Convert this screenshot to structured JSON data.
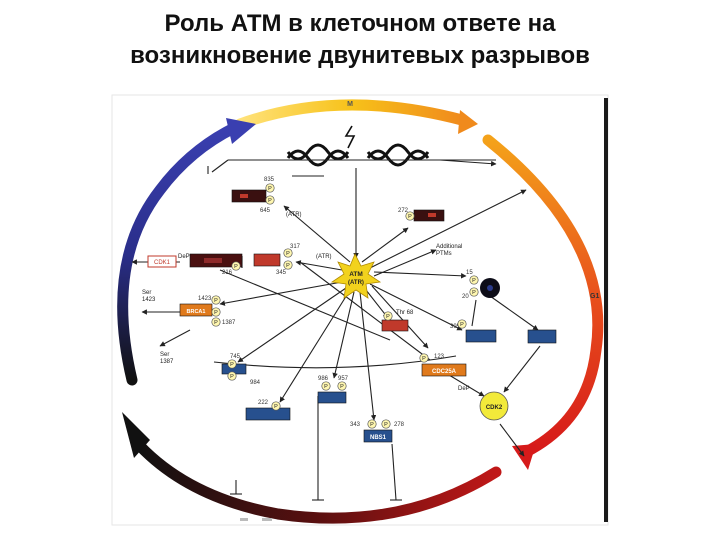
{
  "title": {
    "line1": "Роль АТМ в клеточном ответе на",
    "line2": "возникновение двунитевых разрывов"
  },
  "cycle": {
    "phase_m": "M",
    "phase_g1": "G1"
  },
  "atm": {
    "line1": "ATM",
    "line2": "(ATR)"
  },
  "labels": {
    "atr1": "(ATR)",
    "atr2": "(ATR)",
    "additional1": "Additional",
    "additional2": "PTMs",
    "cdk1": "CDK1",
    "cdk2": "CDK2",
    "dep1": "DeP",
    "dep2": "DeP",
    "brca1": "BRCA1",
    "ser1423a": "Ser",
    "ser1423b": "1423",
    "ser1387a": "Ser",
    "ser1387b": "1387",
    "cdc25a": "CDC25A",
    "thr68": "Thr 68",
    "box_nbs1": "NBS1"
  },
  "numbers": {
    "n835": "835",
    "n645": "645",
    "n272": "272",
    "n317": "317",
    "n216": "216",
    "n345": "345",
    "n1423": "1423",
    "n1387": "1387",
    "n15": "15",
    "n20": "20",
    "n395": "395",
    "n745": "745",
    "n984": "984",
    "n986": "986",
    "n957": "957",
    "n222": "222",
    "n343": "343",
    "n278": "278",
    "n123": "123"
  },
  "phospho": "P",
  "colors": {
    "cycle_dark": "#111111",
    "cycle_blue": "#3a3fb0",
    "cycle_red": "#d61a1a",
    "cycle_orange": "#f08a1c",
    "cycle_yellow": "#f6c516",
    "atm_star": "#f2d21d",
    "cdk2_fill": "#f2ea3a",
    "p_circle": "#fff7b0"
  }
}
